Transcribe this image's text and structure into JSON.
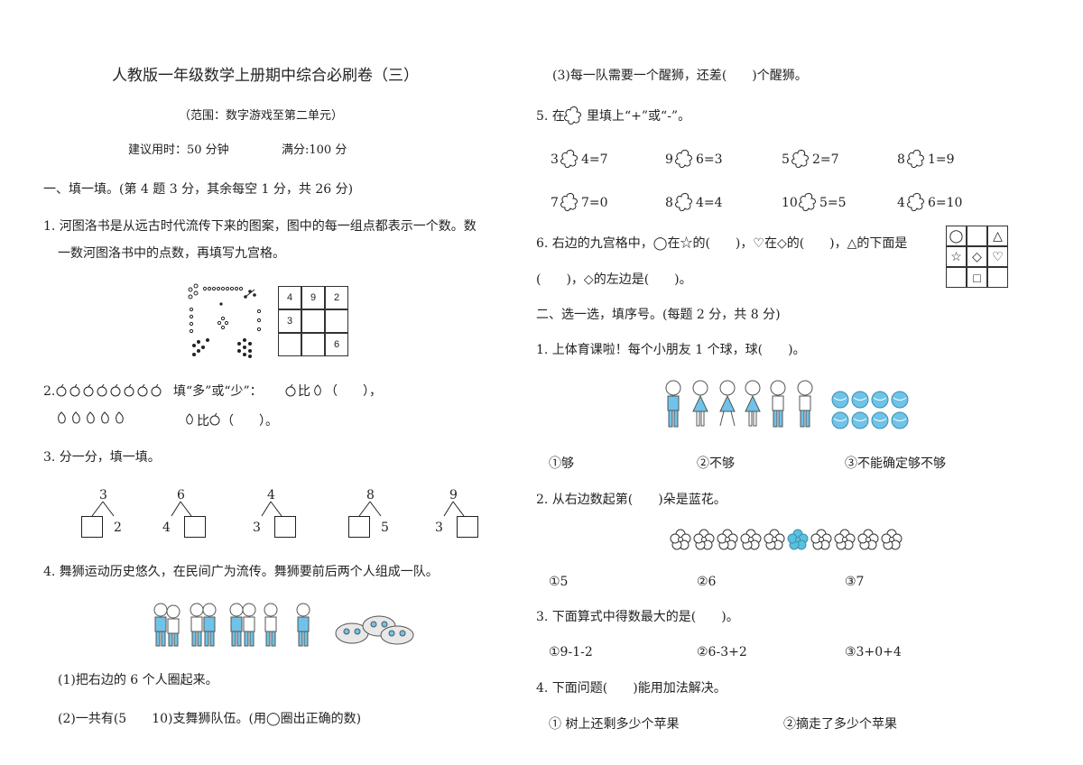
{
  "header": {
    "title": "人教版一年级数学上册期中综合必刷卷（三）",
    "scope": "（范围：数字游戏至第二单元）",
    "time": "建议用时：50 分钟",
    "score": "满分:100 分"
  },
  "section1": {
    "heading": "一、填一填。(第 4 题 3 分，其余每空 1 分，共 26 分)",
    "q1_line1": "1. 河图洛书是从远古时代流传下来的图案，图中的每一组点都表示一个数。数",
    "q1_line2": "一数河图洛书中的点数，再填写九宫格。",
    "grid_values": [
      "4",
      "9",
      "2",
      "3",
      "",
      "",
      "",
      "",
      "6"
    ],
    "q2_prefix": "2.",
    "q2_text": "填“多”或“少”：",
    "q2_blank1": "比",
    "q2_blank1_end": "（　　），",
    "q2_blank2": "比",
    "q2_blank2_end": "（　　）。",
    "q3": "3. 分一分，填一填。",
    "splits": [
      {
        "top": "3",
        "left": "",
        "right": "2"
      },
      {
        "top": "6",
        "left": "4",
        "right": ""
      },
      {
        "top": "4",
        "left": "3",
        "right": ""
      },
      {
        "top": "8",
        "left": "",
        "right": "5"
      },
      {
        "top": "9",
        "left": "3",
        "right": ""
      }
    ],
    "q4": "4. 舞狮运动历史悠久，在民间广为流传。舞狮要前后两个人组成一队。",
    "q4_1": "(1)把右边的 6 个人圈起来。",
    "q4_2": "(2)一共有(5　　10)支舞狮队伍。(用◯圈出正确的数)",
    "q4_3": "(3)每一队需要一个醒狮，还差(　　)个醒狮。"
  },
  "right": {
    "q5_a": "5. 在",
    "q5_b": "里填上“+”或“-”。",
    "equations": [
      [
        "3",
        "4=7"
      ],
      [
        "9",
        "6=3"
      ],
      [
        "5",
        "2=7"
      ],
      [
        "8",
        "1=9"
      ],
      [
        "7",
        "7=0"
      ],
      [
        "8",
        "4=4"
      ],
      [
        "10",
        "5=5"
      ],
      [
        "4",
        "6=10"
      ]
    ],
    "q6_line1": "6. 右边的九宫格中，◯在☆的(　　)，♡在◇的(　　)，△的下面是",
    "q6_line2": "(　　)，◇的左边是(　　)。",
    "nine_grid": [
      "◯",
      "",
      "△",
      "☆",
      "◇",
      "♡",
      "",
      "□",
      ""
    ],
    "section2": "二、选一选，填序号。(每题 2 分，共 8 分)",
    "s2_q1": "1. 上体育课啦！每个小朋友 1 个球，球(　　)。",
    "s2_q1_opts": [
      "①够",
      "②不够",
      "③不能确定够不够"
    ],
    "s2_q2": "2. 从右边数起第(　　)朵是蓝花。",
    "s2_q2_opts": [
      "①5",
      "②6",
      "③7"
    ],
    "s2_q3": "3. 下面算式中得数最大的是(　　)。",
    "s2_q3_opts": [
      "①9-1-2",
      "②6-3+2",
      "③3+0+4"
    ],
    "s2_q4": "4. 下面问题(　　)能用加法解决。",
    "s2_q4_opts": [
      "①  树上还剩多少个苹果",
      "②摘走了多少个苹果"
    ]
  },
  "colors": {
    "blue_flower": "#5bc0de",
    "kid_shirt": "#6fc3e8",
    "ink": "#222222"
  }
}
